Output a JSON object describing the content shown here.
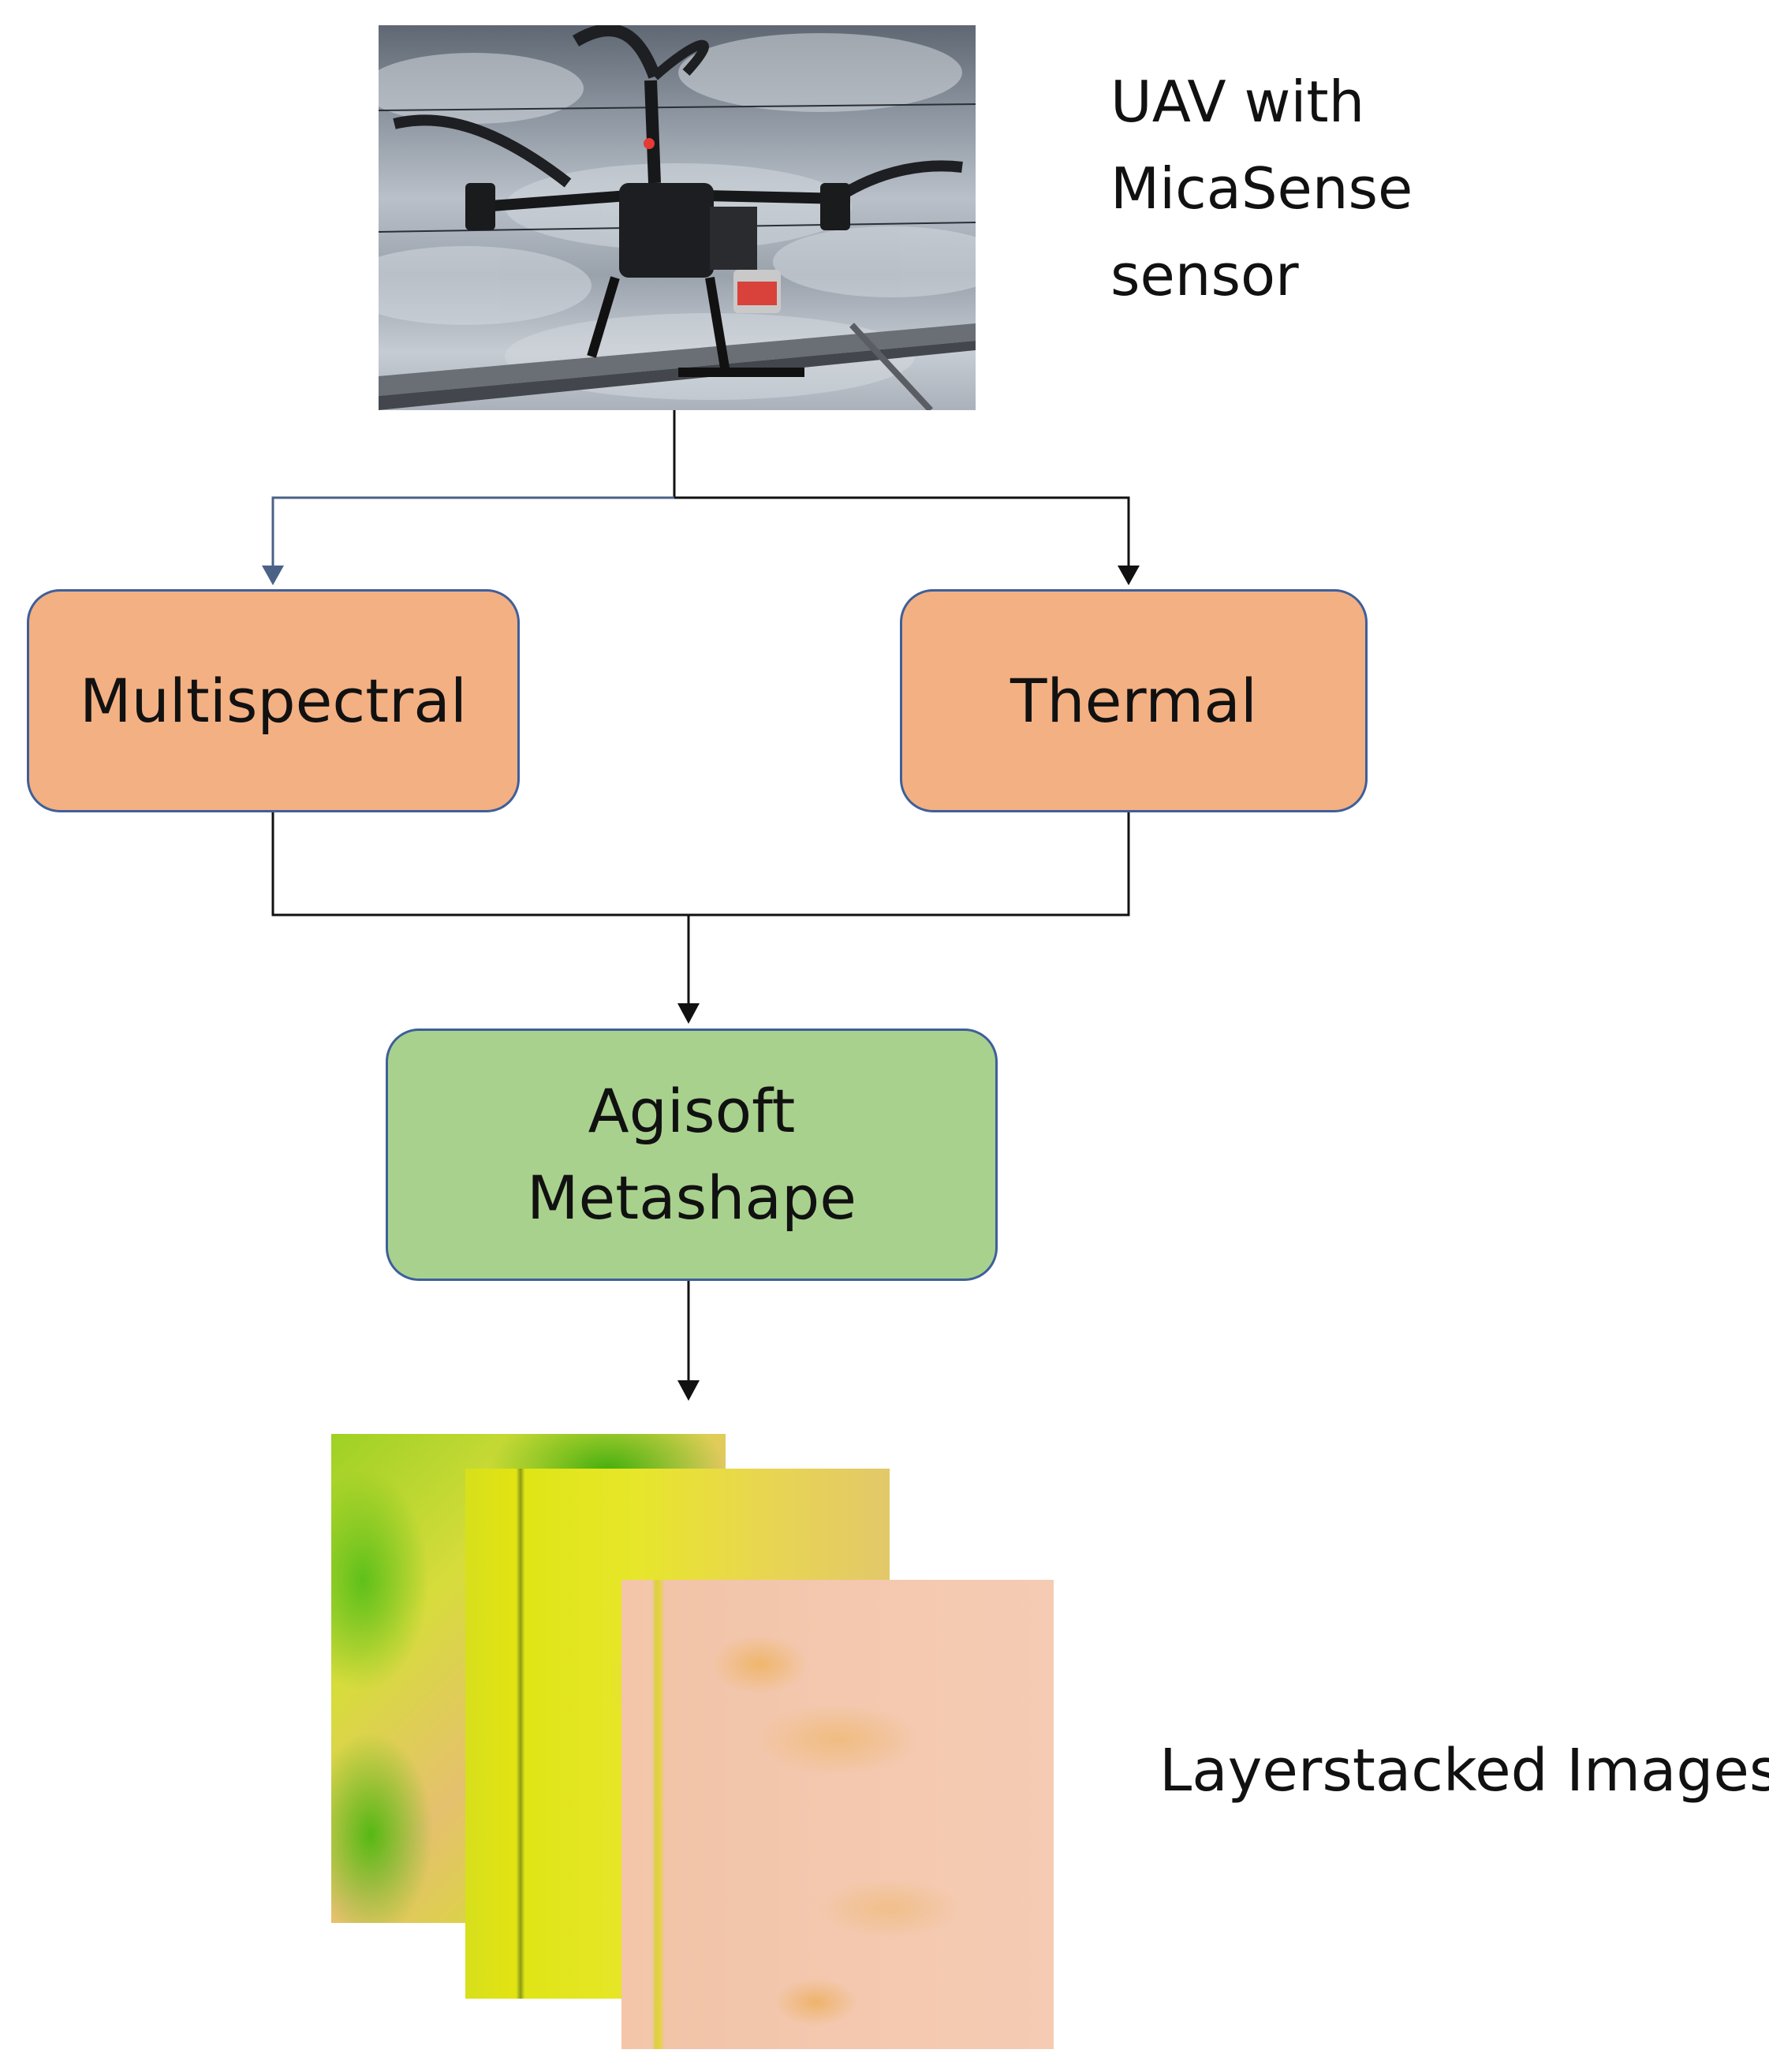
{
  "uav_label": [
    "UAV with",
    "MicaSense",
    "sensor"
  ],
  "boxes": {
    "multispectral": "Multispectral",
    "thermal": "Thermal",
    "agisoft": [
      "Agisoft",
      "Metashape"
    ]
  },
  "output_label": "Layerstacked Images",
  "colors": {
    "orange_box": "#f3b083",
    "green_box": "#a9d18e",
    "box_border": "#3e5f9a",
    "connector": "#111111"
  }
}
